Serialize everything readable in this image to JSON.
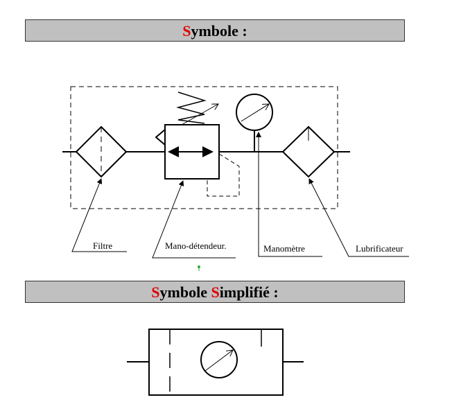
{
  "section1": {
    "first_letter": "S",
    "rest": "ymbole :"
  },
  "section2": {
    "first_letter": "S",
    "middle": "ymbole ",
    "second_letter": "S",
    "rest": "implifié :"
  },
  "labels": {
    "filter": "Filtre",
    "regulator": "Mano-détendeur.",
    "gauge": "Manomètre",
    "lubricator": "Lubrificateur"
  },
  "colors": {
    "header_bg": "#c0c0c0",
    "accent": "#e00000"
  }
}
